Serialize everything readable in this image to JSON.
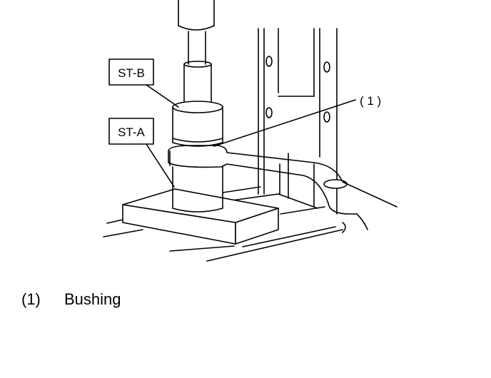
{
  "diagram": {
    "labels": {
      "st_b": "ST-B",
      "st_a": "ST-A",
      "callout_1": "( 1 )"
    },
    "legend": {
      "number": "(1)",
      "text": "Bushing"
    }
  }
}
